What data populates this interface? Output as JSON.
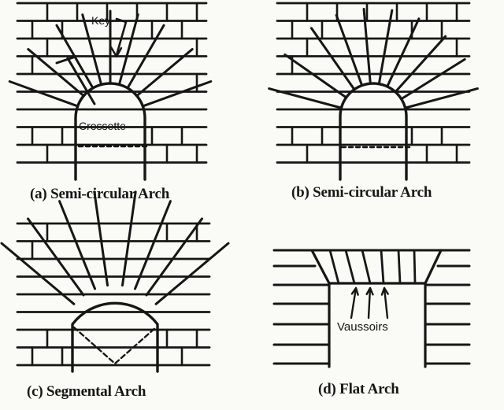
{
  "panels": [
    {
      "caption": "(a) Semi-circular Arch",
      "labels": {
        "key": "Key",
        "crossette": "Crossette"
      }
    },
    {
      "caption": "(b) Semi-circular Arch"
    },
    {
      "caption": "(c) Segmental Arch"
    },
    {
      "caption": "(d) Flat Arch",
      "labels": {
        "voussoirs": "Vaussoirs"
      }
    }
  ],
  "colors": {
    "ink": "#161616",
    "paper": "#fafaf7"
  }
}
